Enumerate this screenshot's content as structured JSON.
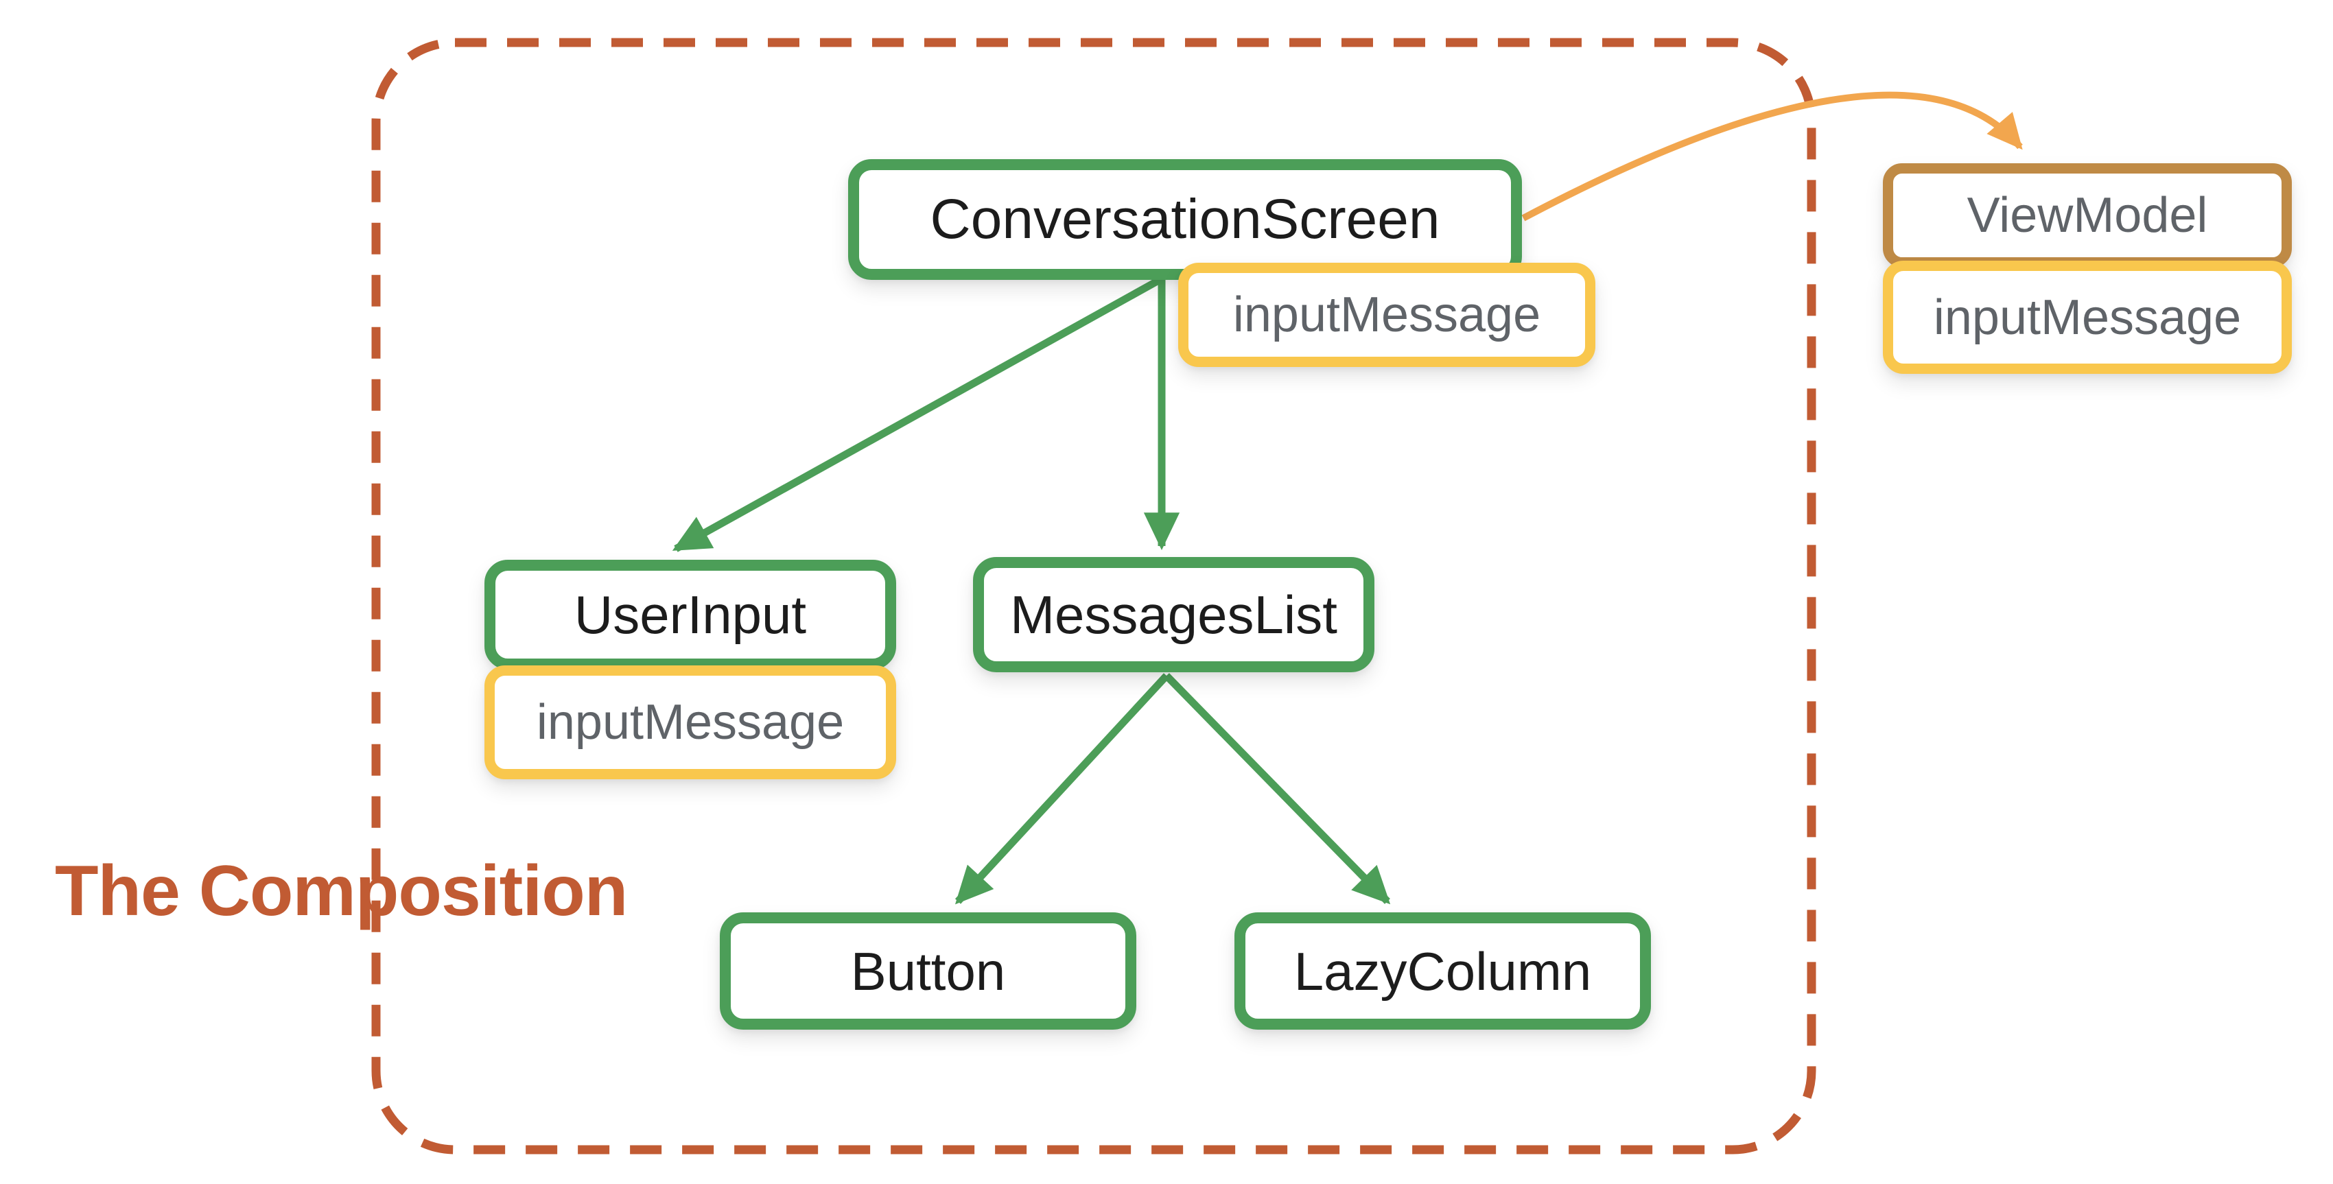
{
  "diagram": {
    "title": "The Composition",
    "nodes": {
      "conversation_screen": {
        "label": "ConversationScreen",
        "type": "composable"
      },
      "cs_input_message": {
        "label": "inputMessage",
        "type": "state"
      },
      "user_input": {
        "label": "UserInput",
        "type": "composable"
      },
      "ui_input_message": {
        "label": "inputMessage",
        "type": "state"
      },
      "messages_list": {
        "label": "MessagesList",
        "type": "composable"
      },
      "button": {
        "label": "Button",
        "type": "composable"
      },
      "lazy_column": {
        "label": "LazyColumn",
        "type": "composable"
      },
      "view_model": {
        "label": "ViewModel",
        "type": "viewmodel"
      },
      "vm_input_message": {
        "label": "inputMessage",
        "type": "state"
      }
    },
    "edges": [
      {
        "from": "ConversationScreen",
        "to": "UserInput",
        "style": "straight",
        "color": "green"
      },
      {
        "from": "ConversationScreen",
        "to": "MessagesList",
        "style": "straight",
        "color": "green"
      },
      {
        "from": "MessagesList",
        "to": "Button",
        "style": "straight",
        "color": "green"
      },
      {
        "from": "MessagesList",
        "to": "LazyColumn",
        "style": "straight",
        "color": "green"
      },
      {
        "from": "ConversationScreen",
        "to": "ViewModel",
        "style": "curved",
        "color": "orange"
      }
    ],
    "colors": {
      "green": "#4c9e58",
      "yellow": "#f9c74d",
      "brown": "#bf8a45",
      "rust": "#c15b33",
      "orange": "#f2a64e",
      "ink": "#1c1c1c",
      "gray": "#5f6368",
      "bg": "#ffffff"
    }
  }
}
